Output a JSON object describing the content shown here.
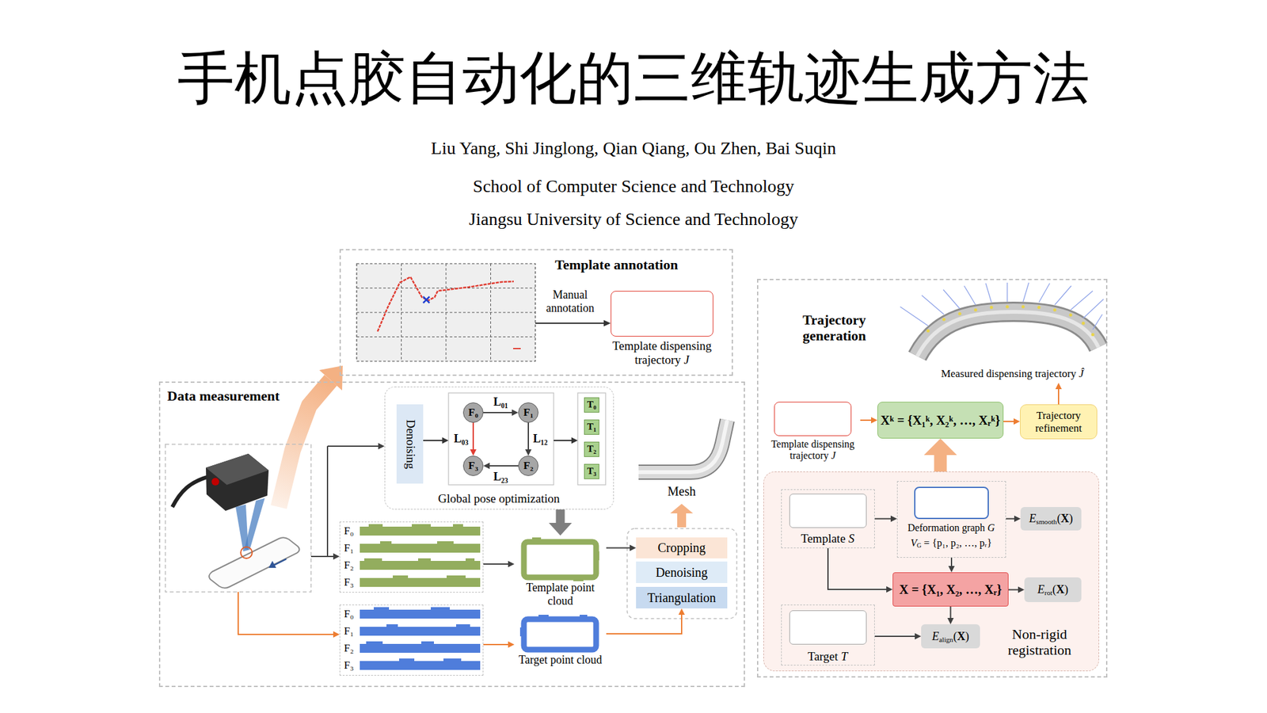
{
  "diagram": {
    "title": "手机点胶自动化的三维轨迹生成方法",
    "nodes": [
      {
        "text": [
          "Template annotation"
        ]
      },
      {
        "text": [
          "Template dispensing trajectory J"
        ],
        "in": 0
      },
      {
        "text": [
          "Data measurement"
        ]
      },
      {
        "text": [
          "Global pose optimization"
        ],
        "in": 2
      },
      {
        "text": [
          "Denoising"
        ],
        "in": 3
      },
      {
        "text": [
          "F₀"
        ],
        "in": 3
      },
      {
        "text": [
          "F₁"
        ],
        "in": 3
      },
      {
        "text": [
          "F₂"
        ],
        "in": 3
      },
      {
        "text": [
          "F₃"
        ],
        "in": 3
      },
      {
        "text": [
          "T₀"
        ],
        "in": 3
      },
      {
        "text": [
          "T₁"
        ],
        "in": 3
      },
      {
        "text": [
          "T₂"
        ],
        "in": 3
      },
      {
        "text": [
          "T₃"
        ],
        "in": 3
      },
      {
        "text": [
          "F₀",
          "F₁",
          "F₂",
          "F₃"
        ],
        "in": 2
      },
      {
        "text": [
          "Template point cloud"
        ],
        "in": 2
      },
      {
        "text": [
          "Cropping"
        ],
        "in": 2
      },
      {
        "text": [
          "Denoising"
        ],
        "in": 2
      },
      {
        "text": [
          "Triangulation"
        ],
        "in": 2
      },
      {
        "text": [
          "F₀",
          "F₁",
          "F₂",
          "F₃"
        ],
        "in": 2
      },
      {
        "text": [
          "Target point cloud"
        ],
        "in": 2
      },
      {
        "text": [
          "Trajectory generation"
        ]
      },
      {
        "text": [
          "Template dispensing trajectory J"
        ],
        "in": 20
      },
      {
        "text": [
          "Xᵏ = {X₁ᵏ, X₂ᵏ, …, Xᵣᵏ}"
        ],
        "in": 20
      },
      {
        "text": [
          "Trajectory refinement"
        ],
        "in": 20
      },
      {
        "text": [
          "Non-rigid registration"
        ],
        "in": 20
      },
      {
        "text": [
          "Template S"
        ],
        "in": 24
      },
      {
        "text": [
          "Deformation graph G",
          "VG = {p₁, p₂, …, pᵣ}"
        ],
        "in": 24
      },
      {
        "text": [
          "Esmooth(X)"
        ],
        "in": 24
      },
      {
        "text": [
          "X = {X₁, X₂, …, Xᵣ}"
        ],
        "in": 24
      },
      {
        "text": [
          "Erot(X)"
        ],
        "in": 24
      },
      {
        "text": [
          "Target T"
        ],
        "in": 24
      },
      {
        "text": [
          "Ealign(X)"
        ],
        "in": 24
      }
    ],
    "edges": [
      {
        "from": 5,
        "to": 6,
        "arrow": "to",
        "label": "L₀₁"
      },
      {
        "from": 6,
        "to": 7,
        "arrow": "to",
        "label": "L₁₂"
      },
      {
        "from": 7,
        "to": 8,
        "arrow": "to",
        "label": "L₂₃"
      },
      {
        "from": 5,
        "to": 8,
        "arrow": "to",
        "label": "L₀₃"
      },
      {
        "from": 3,
        "to": 14,
        "arrow": "to"
      },
      {
        "from": 13,
        "to": 14,
        "arrow": "to"
      },
      {
        "from": 14,
        "to": 15,
        "arrow": "to"
      },
      {
        "from": 18,
        "to": 19,
        "arrow": "to"
      },
      {
        "from": 19,
        "to": 17,
        "arrow": "to"
      },
      {
        "from": 21,
        "to": 22,
        "arrow": "to"
      },
      {
        "from": 22,
        "to": 23,
        "arrow": "to"
      },
      {
        "from": 24,
        "to": 22,
        "arrow": "to"
      },
      {
        "from": 25,
        "to": 26,
        "arrow": "to"
      },
      {
        "from": 26,
        "to": 27,
        "arrow": "to"
      },
      {
        "from": 26,
        "to": 28,
        "arrow": "to"
      },
      {
        "from": 25,
        "to": 28,
        "arrow": "to"
      },
      {
        "from": 28,
        "to": 29,
        "arrow": "to"
      },
      {
        "from": 30,
        "to": 31,
        "arrow": "to"
      },
      {
        "from": 28,
        "to": 31,
        "arrow": "to"
      }
    ],
    "labels": [
      "Liu Yang, Shi Jinglong, Qian Qiang, Ou Zhen, Bai Suqin",
      "School of Computer Science and Technology",
      "Jiangsu University of Science and Technology",
      "Manual annotation",
      "Mesh",
      "Measured dispensing trajectory Ĵ"
    ]
  }
}
